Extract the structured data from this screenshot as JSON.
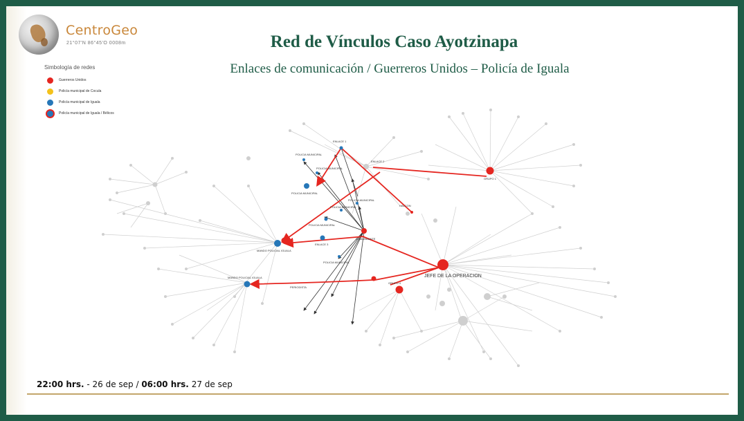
{
  "title": "Red de Vínculos Caso Ayotzinapa",
  "subtitle": "Enlaces de comunicación / Guerreros Unidos – Policía de Iguala",
  "logo": {
    "name": "CentroGeo",
    "coords": "21°07'N  86°45'O  0008m"
  },
  "legend": {
    "title": "Simbología de redes",
    "items": [
      {
        "label": "Guerreros Unidos",
        "color": "#e52620"
      },
      {
        "label": "Policía municipal de Cocula",
        "color": "#f4c21b"
      },
      {
        "label": "Policía municipal de Iguala",
        "color": "#2677b8"
      },
      {
        "label": "Policía municipal de Iguala / Bélicos",
        "color": "#2677b8",
        "ring": "#e52620"
      }
    ]
  },
  "nodes": {
    "enlace1": "ENLACE 1",
    "enlace2": "ENLACE 2",
    "enlace3": "ENLACE 3",
    "grupo1": "GRUPO 1",
    "grupo4": "GRUPO 4",
    "jefe": "JEFE DE LA OPERACION",
    "mando1": "MANDO POLICIAL IGUALA",
    "mando2": "MANDO POLICIAL IGUALA",
    "comandante": "COMANDANTE",
    "policia_municipal_1": "POLICIA MUNICIPAL",
    "policia_municipal_2": "POLICIA MUNICIPAL",
    "policia_municipal_3": "POLICIA MUNICIPAL",
    "policia_municipal_4": "POLICIA MUNICIPAL",
    "policia_municipal_5": "POLICIA MUNICIPAL",
    "policia_municipal_6": "POLICIA MUNICIPAL",
    "policia_municipal_7": "POLICIA MUNICIPAL",
    "periodista": "PERIODISTA",
    "halcon": "HALCON"
  },
  "footer": {
    "time1": "22:00 hrs.",
    "date1": " - 26 de sep / ",
    "time2": "06:00 hrs.",
    "date2": " 27 de sep"
  }
}
